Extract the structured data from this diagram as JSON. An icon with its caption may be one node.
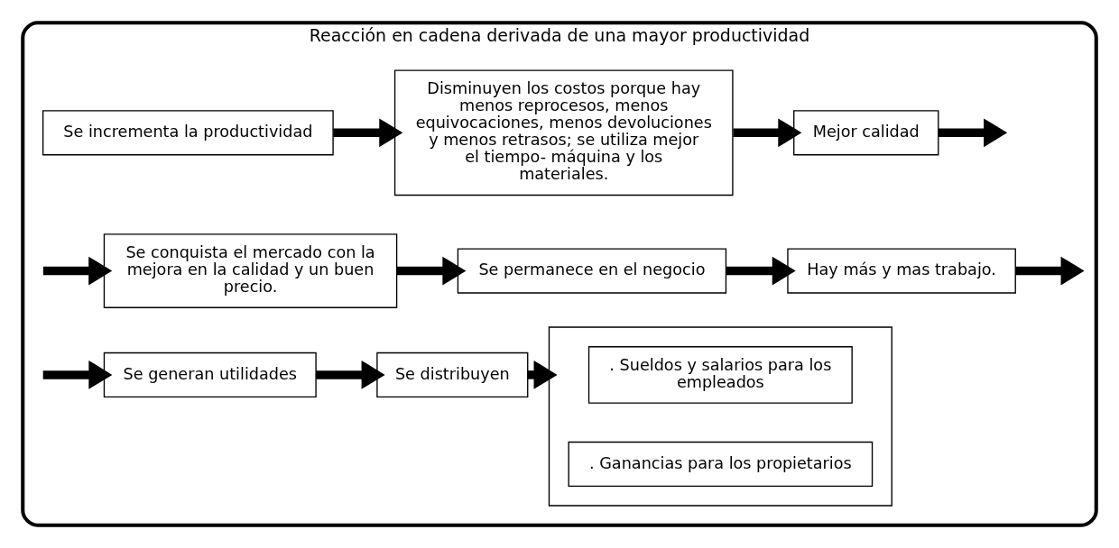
{
  "diagram": {
    "nodes": [
      {
        "text": [
          "Reacción en cadena derivada de una mayor productividad"
        ]
      },
      {
        "text": [
          "Se incrementa la productividad"
        ],
        "in": 0
      },
      {
        "text": [
          "Disminuyen los costos porque hay menos reprocesos, menos equivocaciones, menos devoluciones y menos retrasos; se utiliza mejor el tiempo- máquina y los materiales."
        ],
        "in": 0
      },
      {
        "text": [
          "Mejor calidad"
        ],
        "in": 0
      },
      {
        "text": [
          "Se conquista el mercado con la mejora en la calidad y un buen precio."
        ],
        "in": 0
      },
      {
        "text": [
          "Se permanece en el negocio"
        ],
        "in": 0
      },
      {
        "text": [
          "Hay más y mas trabajo."
        ],
        "in": 0
      },
      {
        "text": [
          "Se generan utilidades"
        ],
        "in": 0
      },
      {
        "text": [
          "Se distribuyen"
        ],
        "in": 0
      },
      {
        "text": [],
        "shape": "box",
        "in": 0
      },
      {
        "text": [
          ". Sueldos y salarios para los empleados"
        ],
        "in": 9
      },
      {
        "text": [
          ". Ganancias para los propietarios"
        ],
        "in": 9
      }
    ],
    "edges": [
      {
        "from": 1,
        "to": 2,
        "arrow": "to"
      },
      {
        "from": 2,
        "to": 3,
        "arrow": "to"
      },
      {
        "from": 3,
        "to": null,
        "arrow": "to"
      },
      {
        "from": null,
        "to": 4,
        "arrow": "to"
      },
      {
        "from": 4,
        "to": 5,
        "arrow": "to"
      },
      {
        "from": 5,
        "to": 6,
        "arrow": "to"
      },
      {
        "from": 6,
        "to": null,
        "arrow": "to"
      },
      {
        "from": null,
        "to": 7,
        "arrow": "to"
      },
      {
        "from": 7,
        "to": 8,
        "arrow": "to"
      },
      {
        "from": 8,
        "to": 9,
        "arrow": "to"
      }
    ]
  }
}
